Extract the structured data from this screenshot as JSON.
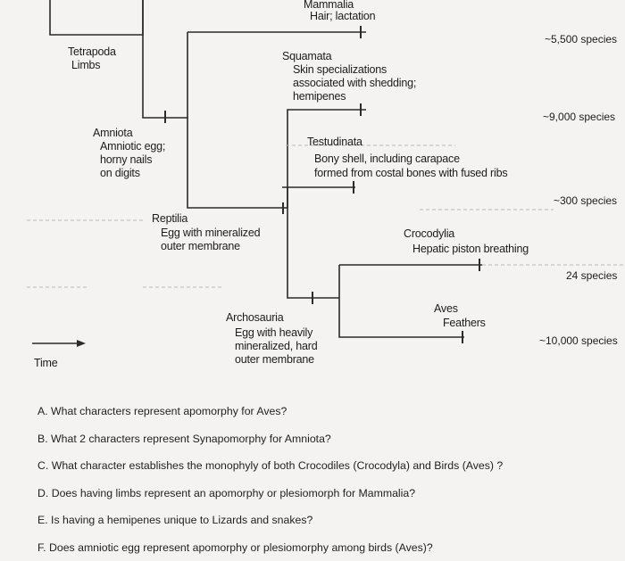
{
  "tree": {
    "mammalia": {
      "clade": "Mammalia",
      "character": "Hair; lactation",
      "species": "~5,500 species"
    },
    "tetrapoda": {
      "clade": "Tetrapoda",
      "character": "Limbs"
    },
    "amniota": {
      "clade": "Amniota",
      "character_lines": [
        "Amniotic egg;",
        "horny nails",
        "on digits"
      ]
    },
    "reptilia": {
      "clade": "Reptilia",
      "character_lines": [
        "Egg with mineralized",
        "outer membrane"
      ]
    },
    "squamata": {
      "clade": "Squamata",
      "character_lines": [
        "Skin specializations",
        "associated with shedding;",
        "hemipenes"
      ],
      "species": "~9,000 species"
    },
    "testudinata": {
      "clade": "Testudinata",
      "character_lines": [
        "Bony shell, including carapace",
        "formed from costal bones with fused ribs"
      ],
      "species": "~300 species"
    },
    "crocodylia": {
      "clade": "Crocodylia",
      "character": "Hepatic piston breathing",
      "species": "24 species"
    },
    "archosauria": {
      "clade": "Archosauria",
      "character_lines": [
        "Egg with heavily",
        "mineralized, hard",
        "outer membrane"
      ]
    },
    "aves": {
      "clade": "Aves",
      "character": "Feathers",
      "species": "~10,000 species"
    },
    "time_label": "Time"
  },
  "questions": [
    "A. What characters represent apomorphy for Aves?",
    "B. What 2 characters represent Synapomorphy for Amniota?",
    "C. What character establishes the monophyly of both Crocodiles (Crocodyla) and Birds (Aves) ?",
    "D. Does having limbs represent an apomorphy or plesiomorph for Mammalia?",
    "E. Is having a hemipenes unique to Lizards and snakes?",
    "F. Does amniotic egg represent apomorphy or plesiomorphy among birds (Aves)?"
  ]
}
